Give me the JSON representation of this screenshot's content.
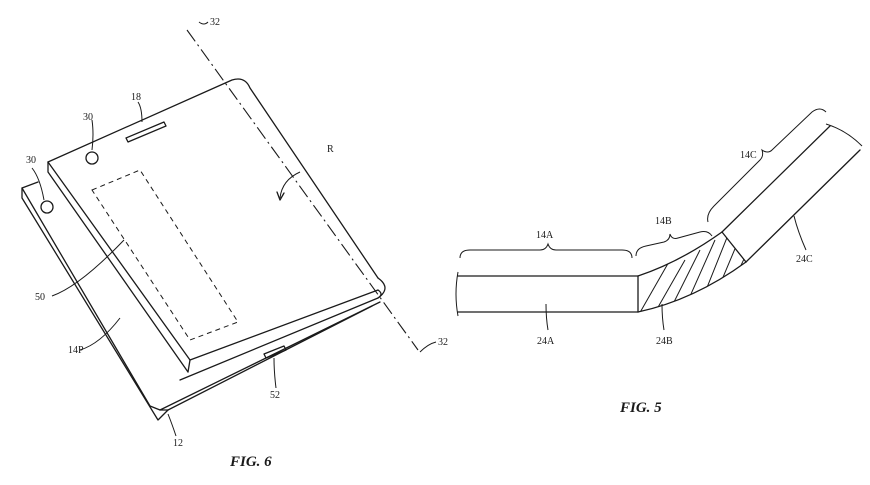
{
  "fig6": {
    "title": "FIG. 6",
    "labels": {
      "axis_top": "32",
      "axis_bottom": "32",
      "button": "18",
      "camera_top": "30",
      "camera_left": "30",
      "region": "R",
      "display_area": "50",
      "panel": "14P",
      "connector": "52",
      "housing": "12"
    }
  },
  "fig5": {
    "title": "FIG. 5",
    "labels": {
      "section_a": "14A",
      "section_b": "14B",
      "section_c": "14C",
      "layer_a": "24A",
      "layer_b": "24B",
      "layer_c": "24C"
    }
  }
}
